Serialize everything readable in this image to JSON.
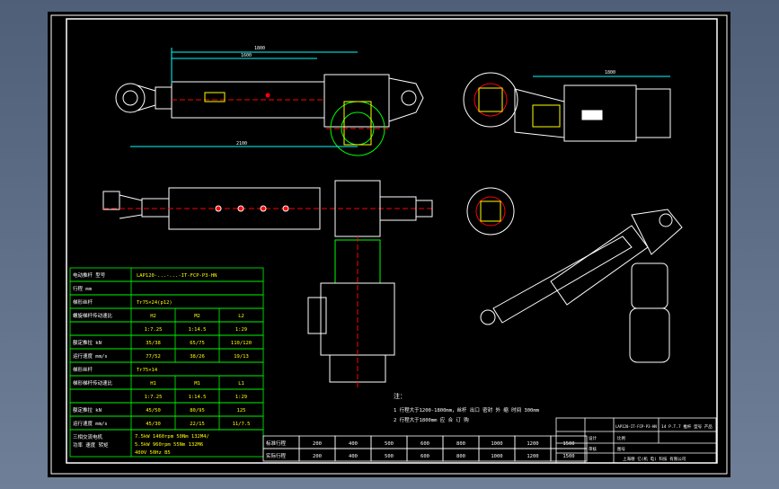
{
  "drawing": {
    "spec_table": {
      "rows": [
        {
          "label": "电动推杆 型号",
          "value": "LAP120-...-...-IT-FCP-P3-HN"
        },
        {
          "label": "行程 mm",
          "value": ""
        },
        {
          "label": "梯形丝杆",
          "value": "Tr75×24(p12)"
        },
        {
          "label": "螺旋梯杆传动速比",
          "cells": [
            "H2",
            "M2",
            "L2"
          ]
        },
        {
          "label": "",
          "cells": [
            "1:7.25",
            "1:14.5",
            "1:29"
          ]
        },
        {
          "label": "额定推拉 kN",
          "cells": [
            "35/38",
            "65/75",
            "110/120"
          ]
        },
        {
          "label": "运行速度 mm/s",
          "cells": [
            "77/52",
            "38/26",
            "19/13"
          ]
        },
        {
          "label": "梯形丝杆",
          "value": "Tr75×14"
        },
        {
          "label": "梯形梯杆传动速比",
          "cells": [
            "H1",
            "M1",
            "L1"
          ]
        },
        {
          "label": "",
          "cells": [
            "1:7.25",
            "1:14.5",
            "1:29"
          ]
        },
        {
          "label": "额定推拉 kN",
          "cells": [
            "45/50",
            "80/95",
            "125"
          ]
        },
        {
          "label": "运行速度 mm/s",
          "cells": [
            "45/30",
            "22/15",
            "11/7.5"
          ]
        }
      ],
      "motor_label": "三相交流电机\n功率 速度 转矩",
      "motor_lines": [
        "7.5kW 1460rpm 50Nm 132M4/",
        "5.5kW 960rpm 55Nm 132M6",
        "400V 50Hz B5"
      ]
    },
    "notes": {
      "heading": "注：",
      "lines": [
        "1 行程大于1200-1800mm，丝杆 出口 密封 外  缩 时间 300mm",
        "2 行程大于1800mm 应 合 订 购"
      ]
    },
    "stroke_table": {
      "row1_label": "标准行程",
      "row2_label": "实际行程",
      "values": [
        "200",
        "400",
        "500",
        "600",
        "800",
        "1000",
        "1200",
        "1500"
      ]
    },
    "title_block": {
      "title": "14 P.T.7 推杆 型号 产品",
      "company": "上海德 亿(机 电) 科技 有限公司",
      "cells": [
        "设计",
        "审核",
        "比例",
        "图号"
      ],
      "drawing_no": "LAP120-IT-FCP-P3-HN"
    },
    "dims": {
      "top_total": "1800",
      "top_a": "1600",
      "bottom_total": "2100",
      "right_top": "1800"
    }
  }
}
